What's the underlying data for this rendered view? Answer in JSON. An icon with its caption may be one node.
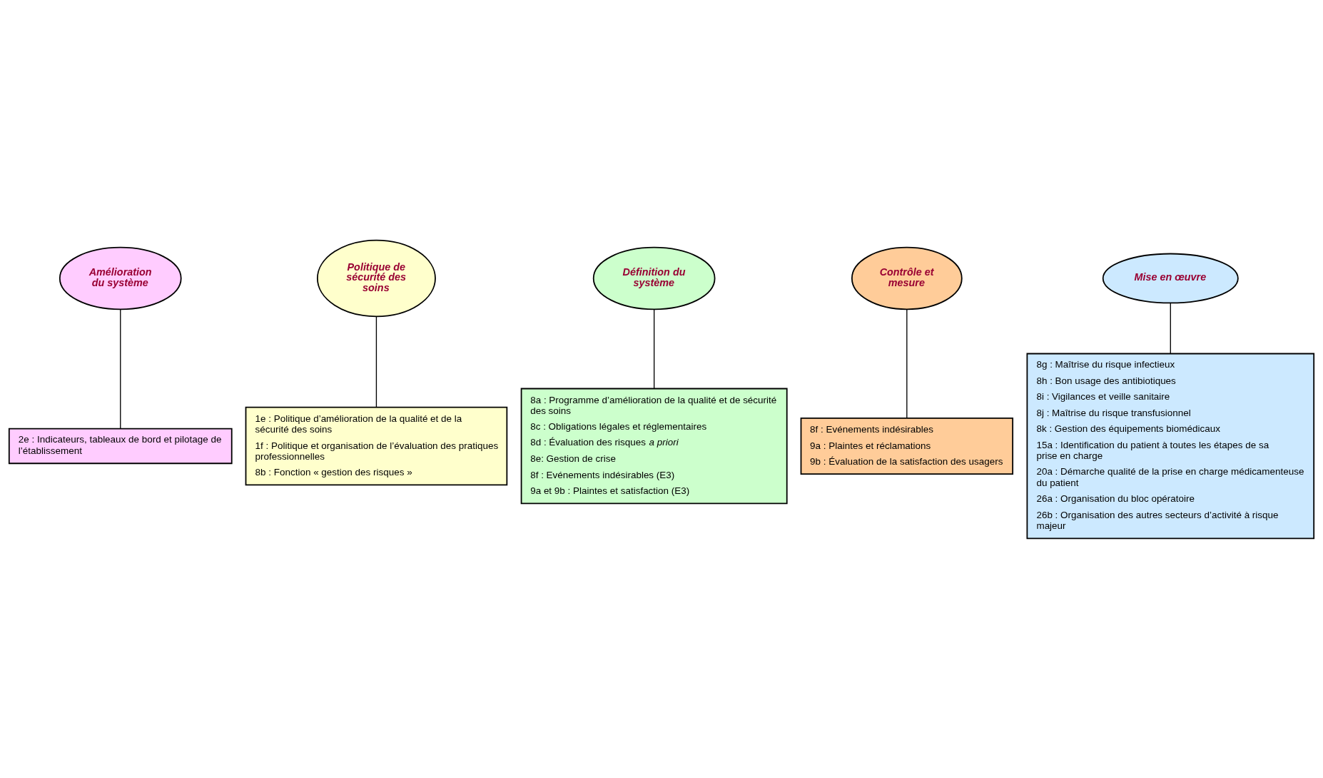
{
  "diagram": {
    "nodes": [
      {
        "text": [
          "2e : Indicateurs, tableaux de bord et pilotage de l’établissement"
        ]
      },
      {
        "text": [
          "1e : Politique d’amélioration de la qualité et de la sécurité des soins",
          "1f : Politique et organisation de l’évaluation des pratiques professionnelles",
          "8b : Fonction « gestion des risques »"
        ]
      },
      {
        "text": [
          "Politique de sécurité des soins"
        ]
      },
      {
        "text": [
          "Amélioration du système"
        ]
      },
      {
        "text": [
          "Définition du système"
        ]
      },
      {
        "text": [
          "8a : Programme d’amélioration de la qualité et de sécurité des soins",
          "8c : Obligations légales et réglementaires",
          "8d : Évaluation des risques *a priori*",
          "8e: Gestion de crise",
          "8f : Evénements indésirables (E3)",
          "9a et 9b : Plaintes et satisfaction (E3)"
        ]
      },
      {
        "text": [
          "Contrôle et mesure"
        ]
      },
      {
        "text": [
          "Mise en œuvre"
        ]
      },
      {
        "text": [
          "8f : Evénements indésirables",
          "9a : Plaintes et réclamations",
          "9b : Évaluation de la satisfaction des usagers"
        ]
      },
      {
        "text": [
          "8g : Maîtrise du risque infectieux",
          "8h : Bon usage des antibiotiques",
          "8i : Vigilances et veille sanitaire",
          "8j : Maîtrise du risque transfusionnel",
          "8k : Gestion des équipements biomédicaux",
          "15a : Identification du patient à toutes les étapes de sa prise en charge",
          "20a : Démarche qualité de la prise en charge médicamenteuse du patient",
          "26a : Organisation du bloc opératoire",
          "26b : Organisation des autres secteurs d’activité à risque majeur"
        ]
      }
    ],
    "edges": [
      {
        "from": 3,
        "to": 0,
        "arrow": "none"
      },
      {
        "from": 2,
        "to": 1,
        "arrow": "none"
      },
      {
        "from": 4,
        "to": 5,
        "arrow": "none"
      },
      {
        "from": 6,
        "to": 8,
        "arrow": "none"
      },
      {
        "from": 7,
        "to": 9,
        "arrow": "none"
      }
    ]
  }
}
